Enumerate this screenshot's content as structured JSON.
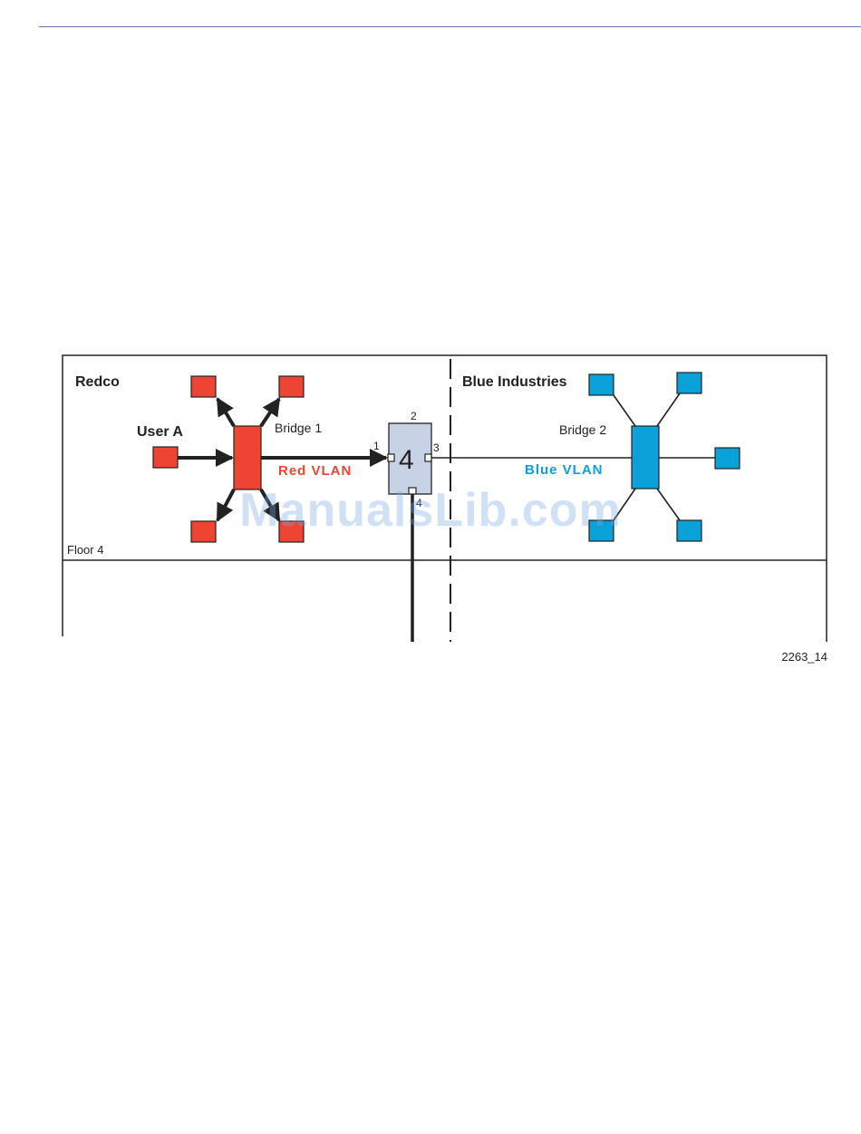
{
  "figure": {
    "zones": {
      "left_company": "Redco",
      "right_company": "Blue Industries",
      "floor": "Floor 4"
    },
    "user_label": "User A",
    "bridges": {
      "bridge1": "Bridge 1",
      "bridge2": "Bridge 2"
    },
    "vlans": {
      "red": "Red VLAN",
      "blue": "Blue VLAN"
    },
    "switch": {
      "label": "4",
      "ports": {
        "p1": "1",
        "p2": "2",
        "p3": "3",
        "p4": "4"
      }
    },
    "figure_id": "2263_14",
    "colors": {
      "red": "#ee4433",
      "blue": "#0aa0d8",
      "switch_fill": "#c7d2e4",
      "line": "#222222",
      "rule": "#6f76b3"
    }
  },
  "watermark": "ManualsLib.com"
}
